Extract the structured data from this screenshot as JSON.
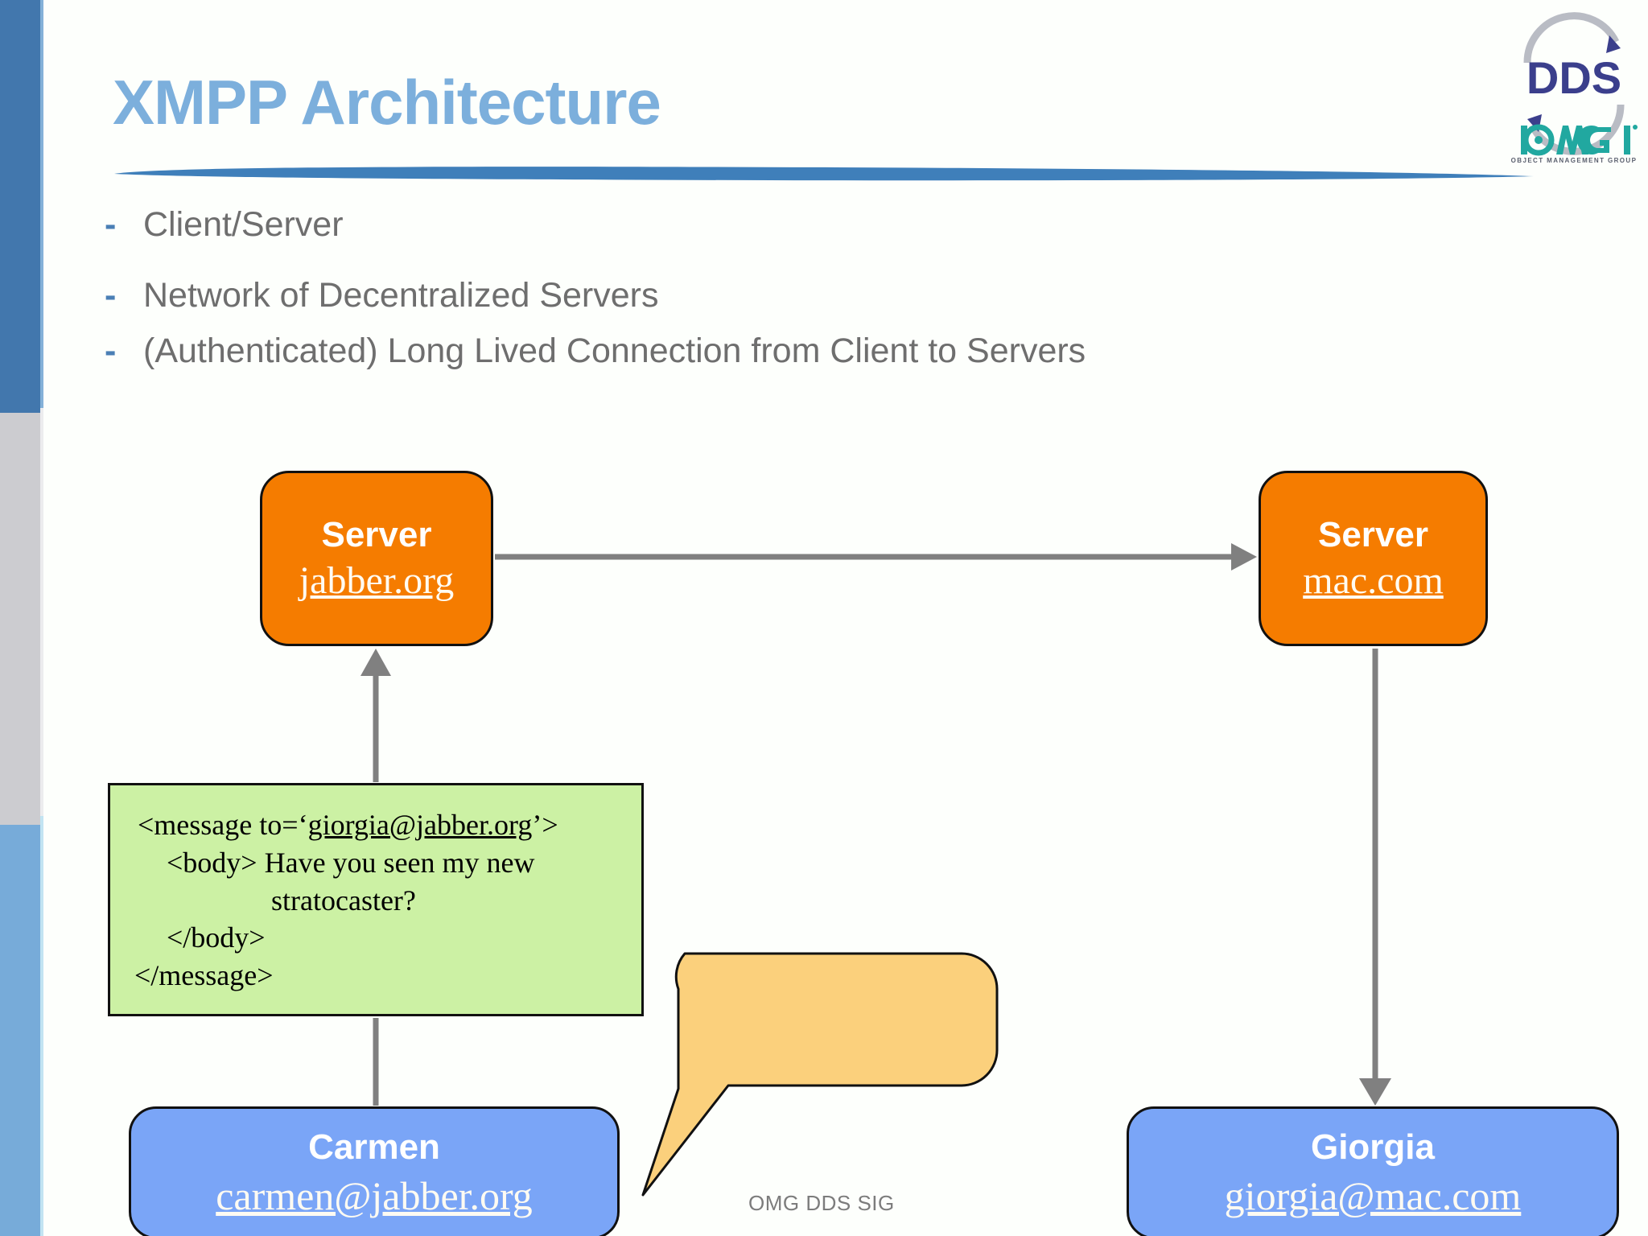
{
  "slide": {
    "title": "XMPP Architecture",
    "footer": "OMG DDS SIG"
  },
  "bullets": [
    {
      "marker": "-",
      "text": "Client/Server"
    },
    {
      "marker": "-",
      "text": "Network of Decentralized Servers"
    },
    {
      "marker": "-",
      "text": "(Authenticated) Long Lived Connection from Client to Servers"
    }
  ],
  "logo": {
    "primary": "DDS",
    "secondary": "OMG",
    "tagline": "OBJECT MANAGEMENT GROUP"
  },
  "diagram": {
    "nodes": [
      {
        "id": "server-jabber",
        "title": "Server",
        "address": "jabber.org"
      },
      {
        "id": "server-mac",
        "title": "Server",
        "address": "mac.com"
      },
      {
        "id": "person-carmen",
        "title": "Carmen",
        "address": "carmen@jabber.org"
      },
      {
        "id": "person-giorgia",
        "title": "Giorgia",
        "address": "giorgia@mac.com"
      }
    ],
    "message": {
      "line1_pre": "<message to=‘",
      "line1_jid": "giorgia@jabber.org",
      "line1_post": "’>",
      "line2": "<body> Have you seen my new",
      "line3": "stratocaster?",
      "line4": "</body>",
      "line5": "</message>"
    },
    "speech_bubble": {
      "text": ""
    }
  },
  "colors": {
    "title_blue": "#7cafdc",
    "rule_blue": "#3f7fba",
    "server_orange": "#f57c00",
    "person_blue": "#7aa5f7",
    "message_green": "#ccf1a4",
    "bubble_orange": "#fbd07c",
    "connector_gray": "#808080",
    "sidebar_top": "#4277ad",
    "sidebar_mid": "#ccccd0",
    "sidebar_bottom": "#77abd9",
    "body_text_gray": "#6e6e6e"
  }
}
